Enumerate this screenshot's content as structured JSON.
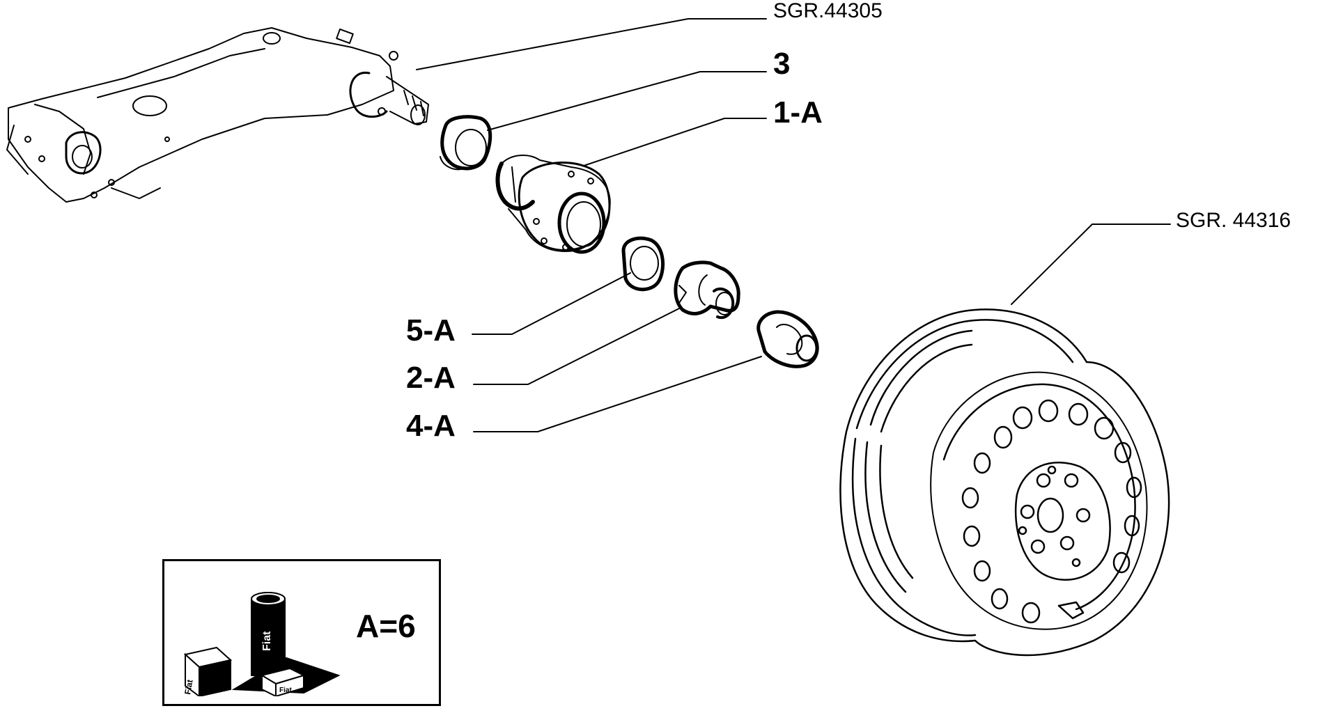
{
  "references": {
    "ref_top": "SGR.44305",
    "ref_wheel": "SGR. 44316"
  },
  "parts": {
    "p3": "3",
    "p1a": "1-A",
    "p5a": "5-A",
    "p2a": "2-A",
    "p4a": "4-A"
  },
  "kit": {
    "quantity_label": "A=6",
    "icon": "fiat-parts-kit-icon",
    "tube_text": "Fiat",
    "box_text": "Fiat"
  }
}
